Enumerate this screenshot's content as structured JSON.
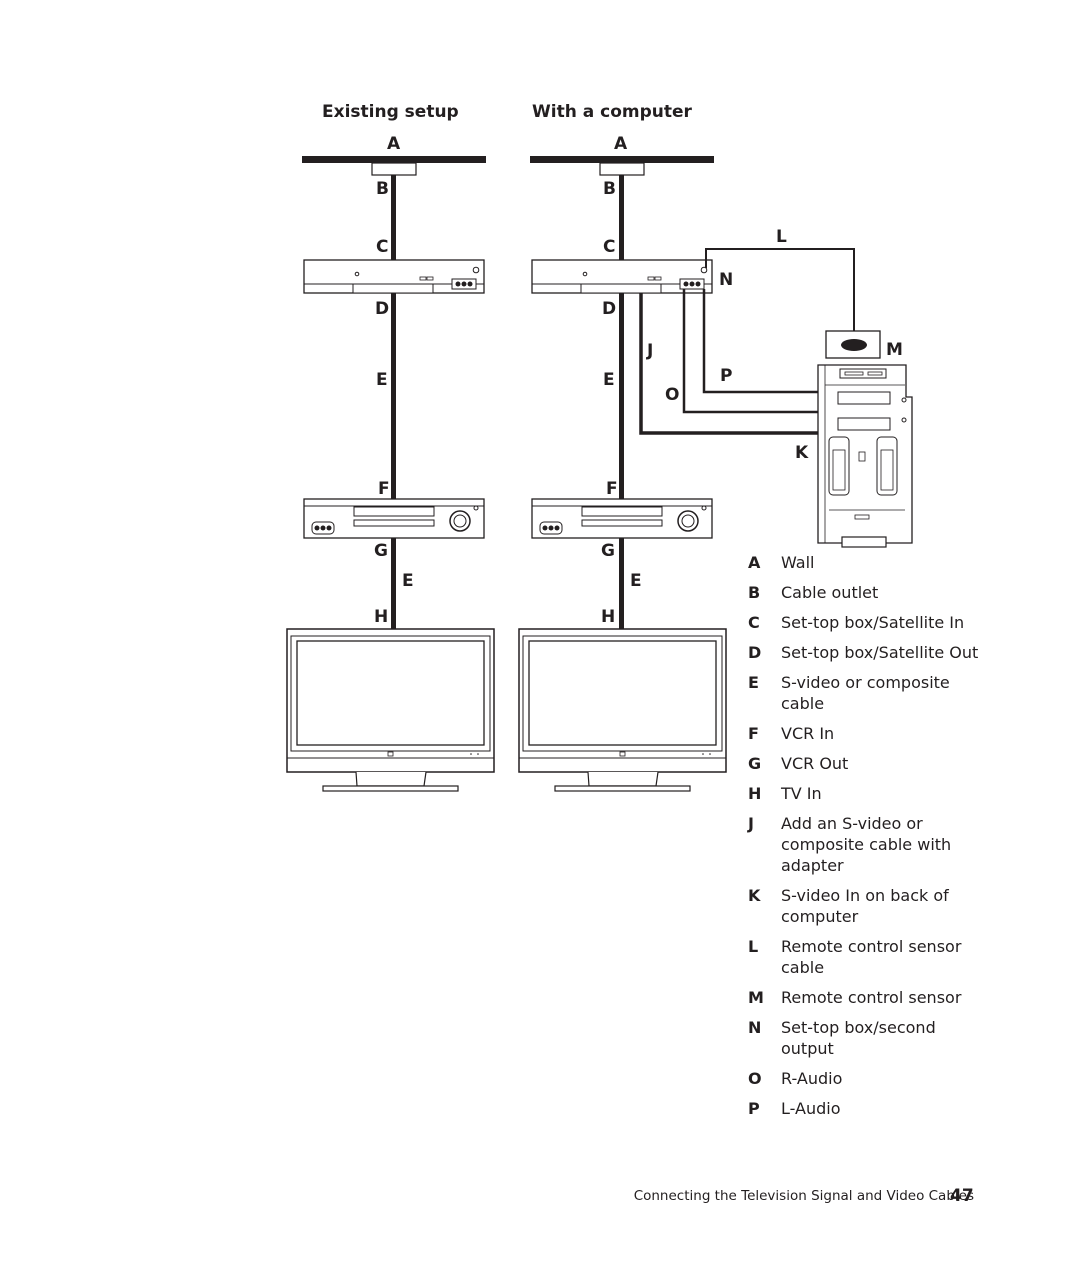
{
  "diagram": {
    "existing_title": "Existing setup",
    "computer_title": "With a computer",
    "existing_labels": {
      "a": "A",
      "b": "B",
      "c": "C",
      "d": "D",
      "e": "E",
      "f": "F",
      "g": "G",
      "e2": "E",
      "h": "H"
    },
    "computer_labels": {
      "a": "A",
      "b": "B",
      "c": "C",
      "d": "D",
      "e": "E",
      "f": "F",
      "g": "G",
      "e2": "E",
      "h": "H",
      "j": "J",
      "k": "K",
      "l": "L",
      "m": "M",
      "n": "N",
      "o": "O",
      "p": "P"
    }
  },
  "legend": [
    {
      "key": "A",
      "text": "Wall"
    },
    {
      "key": "B",
      "text": "Cable outlet"
    },
    {
      "key": "C",
      "text": "Set-top box/Satellite In"
    },
    {
      "key": "D",
      "text": "Set-top box/Satellite Out"
    },
    {
      "key": "E",
      "text": "S-video or composite cable"
    },
    {
      "key": "F",
      "text": "VCR In"
    },
    {
      "key": "G",
      "text": "VCR Out"
    },
    {
      "key": "H",
      "text": "TV In"
    },
    {
      "key": "J",
      "text": "Add an S-video or composite cable with adapter"
    },
    {
      "key": "K",
      "text": "S-video In on back of computer"
    },
    {
      "key": "L",
      "text": "Remote control sensor cable"
    },
    {
      "key": "M",
      "text": "Remote control sensor"
    },
    {
      "key": "N",
      "text": "Set-top box/second output"
    },
    {
      "key": "O",
      "text": "R-Audio"
    },
    {
      "key": "P",
      "text": "L-Audio"
    }
  ],
  "footer": {
    "section": "Connecting the Television Signal and Video Cables",
    "page": "47"
  }
}
